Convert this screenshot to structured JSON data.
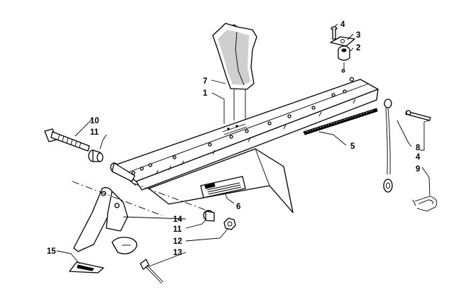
{
  "callouts": [
    {
      "id": "c1",
      "label": "1"
    },
    {
      "id": "c2",
      "label": "2"
    },
    {
      "id": "c3",
      "label": "3"
    },
    {
      "id": "c4a",
      "label": "4"
    },
    {
      "id": "c4b",
      "label": "4"
    },
    {
      "id": "c5",
      "label": "5"
    },
    {
      "id": "c6",
      "label": "6"
    },
    {
      "id": "c7",
      "label": "7"
    },
    {
      "id": "c8",
      "label": "8"
    },
    {
      "id": "c9",
      "label": "9"
    },
    {
      "id": "c10",
      "label": "10"
    },
    {
      "id": "c11a",
      "label": "11"
    },
    {
      "id": "c11b",
      "label": "11"
    },
    {
      "id": "c12",
      "label": "12"
    },
    {
      "id": "c13",
      "label": "13"
    },
    {
      "id": "c14",
      "label": "14"
    },
    {
      "id": "c15",
      "label": "15"
    }
  ]
}
